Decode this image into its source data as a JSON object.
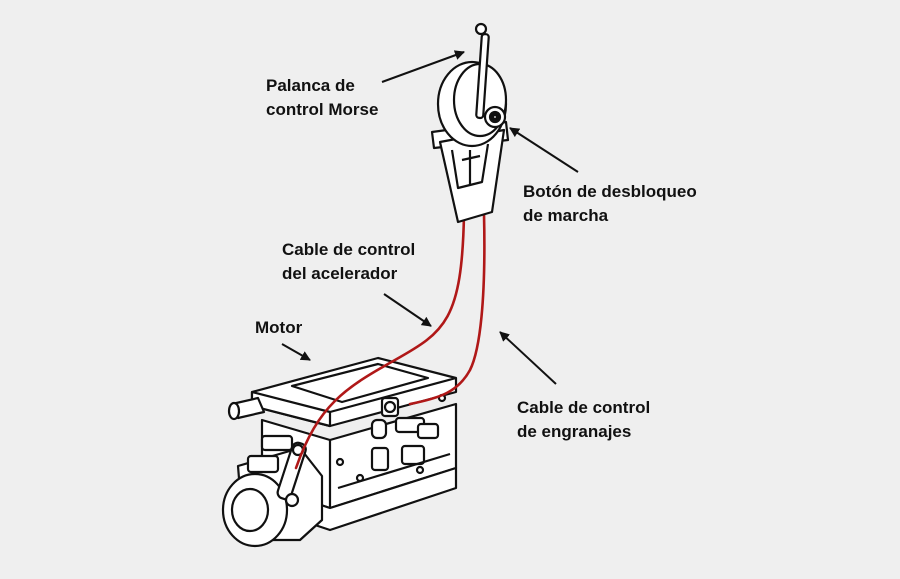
{
  "labels": {
    "palanca": {
      "line1": "Palanca de",
      "line2": "control Morse"
    },
    "boton": {
      "line1": "Botón de desbloqueo",
      "line2": "de marcha"
    },
    "acelerador": {
      "line1": "Cable de control",
      "line2": "del acelerador"
    },
    "motor": {
      "line1": "Motor"
    },
    "engranajes": {
      "line1": "Cable de control",
      "line2": "de engranajes"
    }
  },
  "colors": {
    "background": "#efefef",
    "line": "#111111",
    "cable": "#b01818",
    "fill": "#ffffff"
  }
}
